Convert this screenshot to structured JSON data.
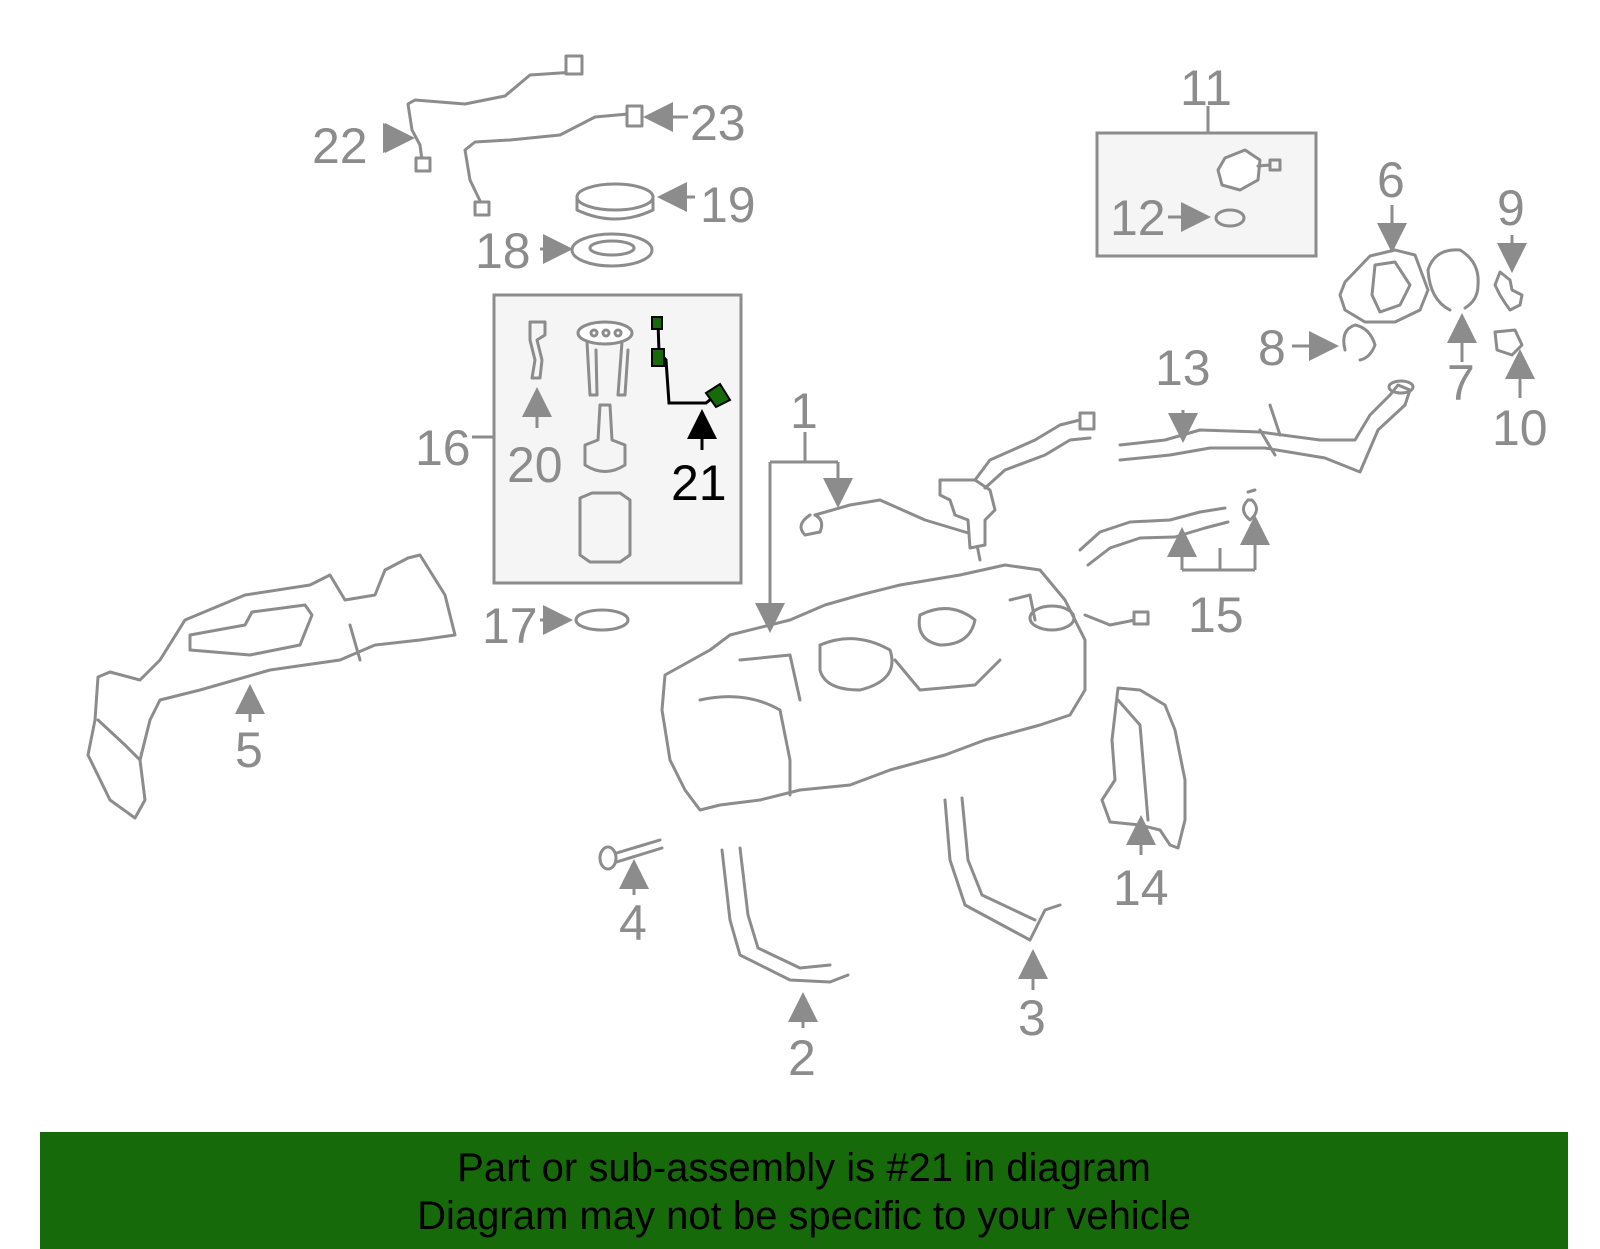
{
  "callouts": {
    "c1": "1",
    "c2": "2",
    "c3": "3",
    "c4": "4",
    "c5": "5",
    "c6": "6",
    "c7": "7",
    "c8": "8",
    "c9": "9",
    "c10": "10",
    "c11": "11",
    "c12": "12",
    "c13": "13",
    "c14": "14",
    "c15": "15",
    "c16": "16",
    "c17": "17",
    "c18": "18",
    "c19": "19",
    "c20": "20",
    "c21": "21",
    "c22": "22",
    "c23": "23"
  },
  "highlight": {
    "part_number": "21",
    "color": "#166a0a"
  },
  "banner": {
    "line1": "Part or sub-assembly is #21 in diagram",
    "line2": "Diagram may not be specific to your vehicle",
    "background": "#166a0a"
  },
  "colors": {
    "line_art": "#8c8c8c",
    "highlight_label": "#000000"
  }
}
